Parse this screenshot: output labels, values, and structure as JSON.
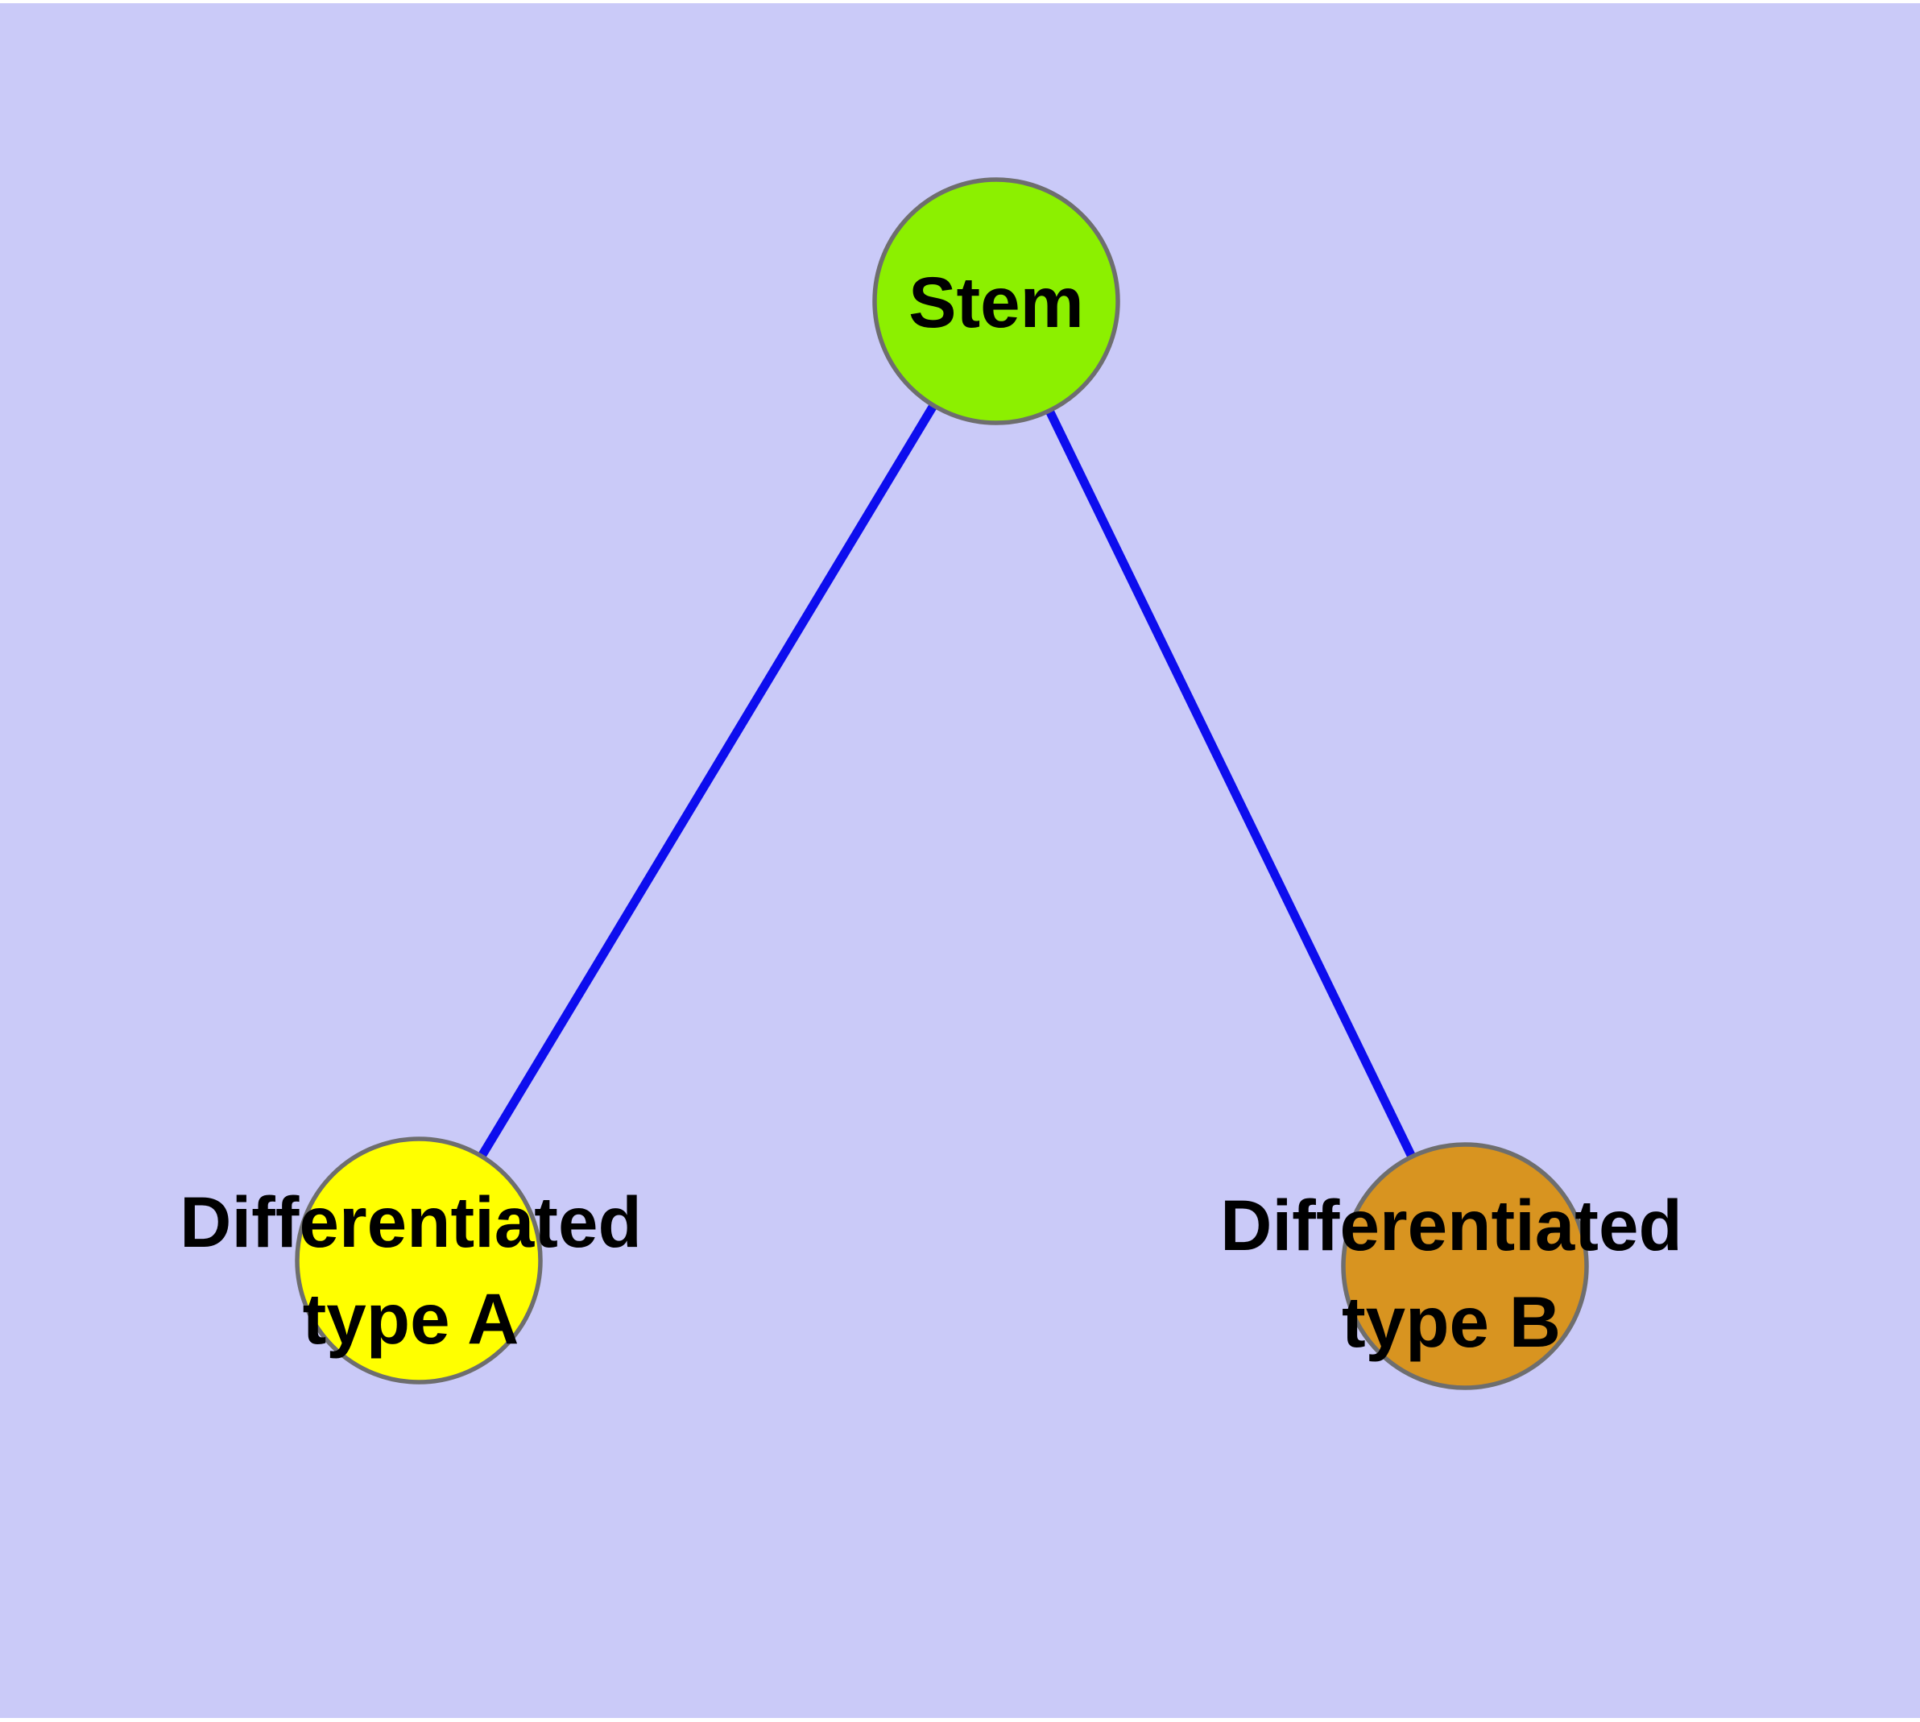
{
  "diagram": {
    "background_color": "#cacaf8",
    "frame_color": "#ffffff",
    "edge_color": "#0d0dee",
    "node_border_color": "#6e6e6e",
    "label_color": "#000000",
    "nodes": [
      {
        "id": "stem",
        "label": "Stem",
        "fill": "#8cf000"
      },
      {
        "id": "differentiated-type-a",
        "label_line1": "Differentiated",
        "label_line2": "type A",
        "fill": "#ffff00"
      },
      {
        "id": "differentiated-type-b",
        "label_line1": "Differentiated",
        "label_line2": "type B",
        "fill": "#d89420"
      }
    ],
    "edges": [
      {
        "from": "Stem",
        "to": "Differentiated type A"
      },
      {
        "from": "Stem",
        "to": "Differentiated type B"
      }
    ]
  }
}
